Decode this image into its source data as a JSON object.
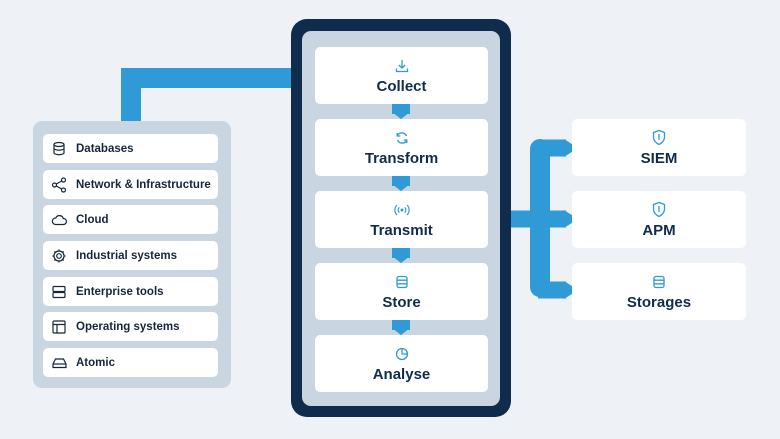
{
  "sources": {
    "items": [
      {
        "label": "Databases",
        "icon": "database-icon"
      },
      {
        "label": "Network & Infrastructure",
        "icon": "share-network-icon"
      },
      {
        "label": "Cloud",
        "icon": "cloud-icon"
      },
      {
        "label": "Industrial systems",
        "icon": "gear-icon"
      },
      {
        "label": "Enterprise tools",
        "icon": "server-stack-icon"
      },
      {
        "label": "Operating systems",
        "icon": "window-layout-icon"
      },
      {
        "label": "Atomic",
        "icon": "hard-drive-icon"
      }
    ]
  },
  "pipeline": {
    "stages": [
      {
        "label": "Collect",
        "icon": "download-icon"
      },
      {
        "label": "Transform",
        "icon": "sync-icon"
      },
      {
        "label": "Transmit",
        "icon": "broadcast-icon"
      },
      {
        "label": "Store",
        "icon": "storage-icon"
      },
      {
        "label": "Analyse",
        "icon": "pie-chart-icon"
      }
    ]
  },
  "destinations": {
    "items": [
      {
        "label": "SIEM",
        "icon": "shield-icon"
      },
      {
        "label": "APM",
        "icon": "shield-icon"
      },
      {
        "label": "Storages",
        "icon": "storage-icon"
      }
    ]
  },
  "colors": {
    "accent": "#2f9ad6",
    "pipeline_frame": "#0f2c4d",
    "panel": "#c9d5e1",
    "background": "#eef1f5"
  }
}
